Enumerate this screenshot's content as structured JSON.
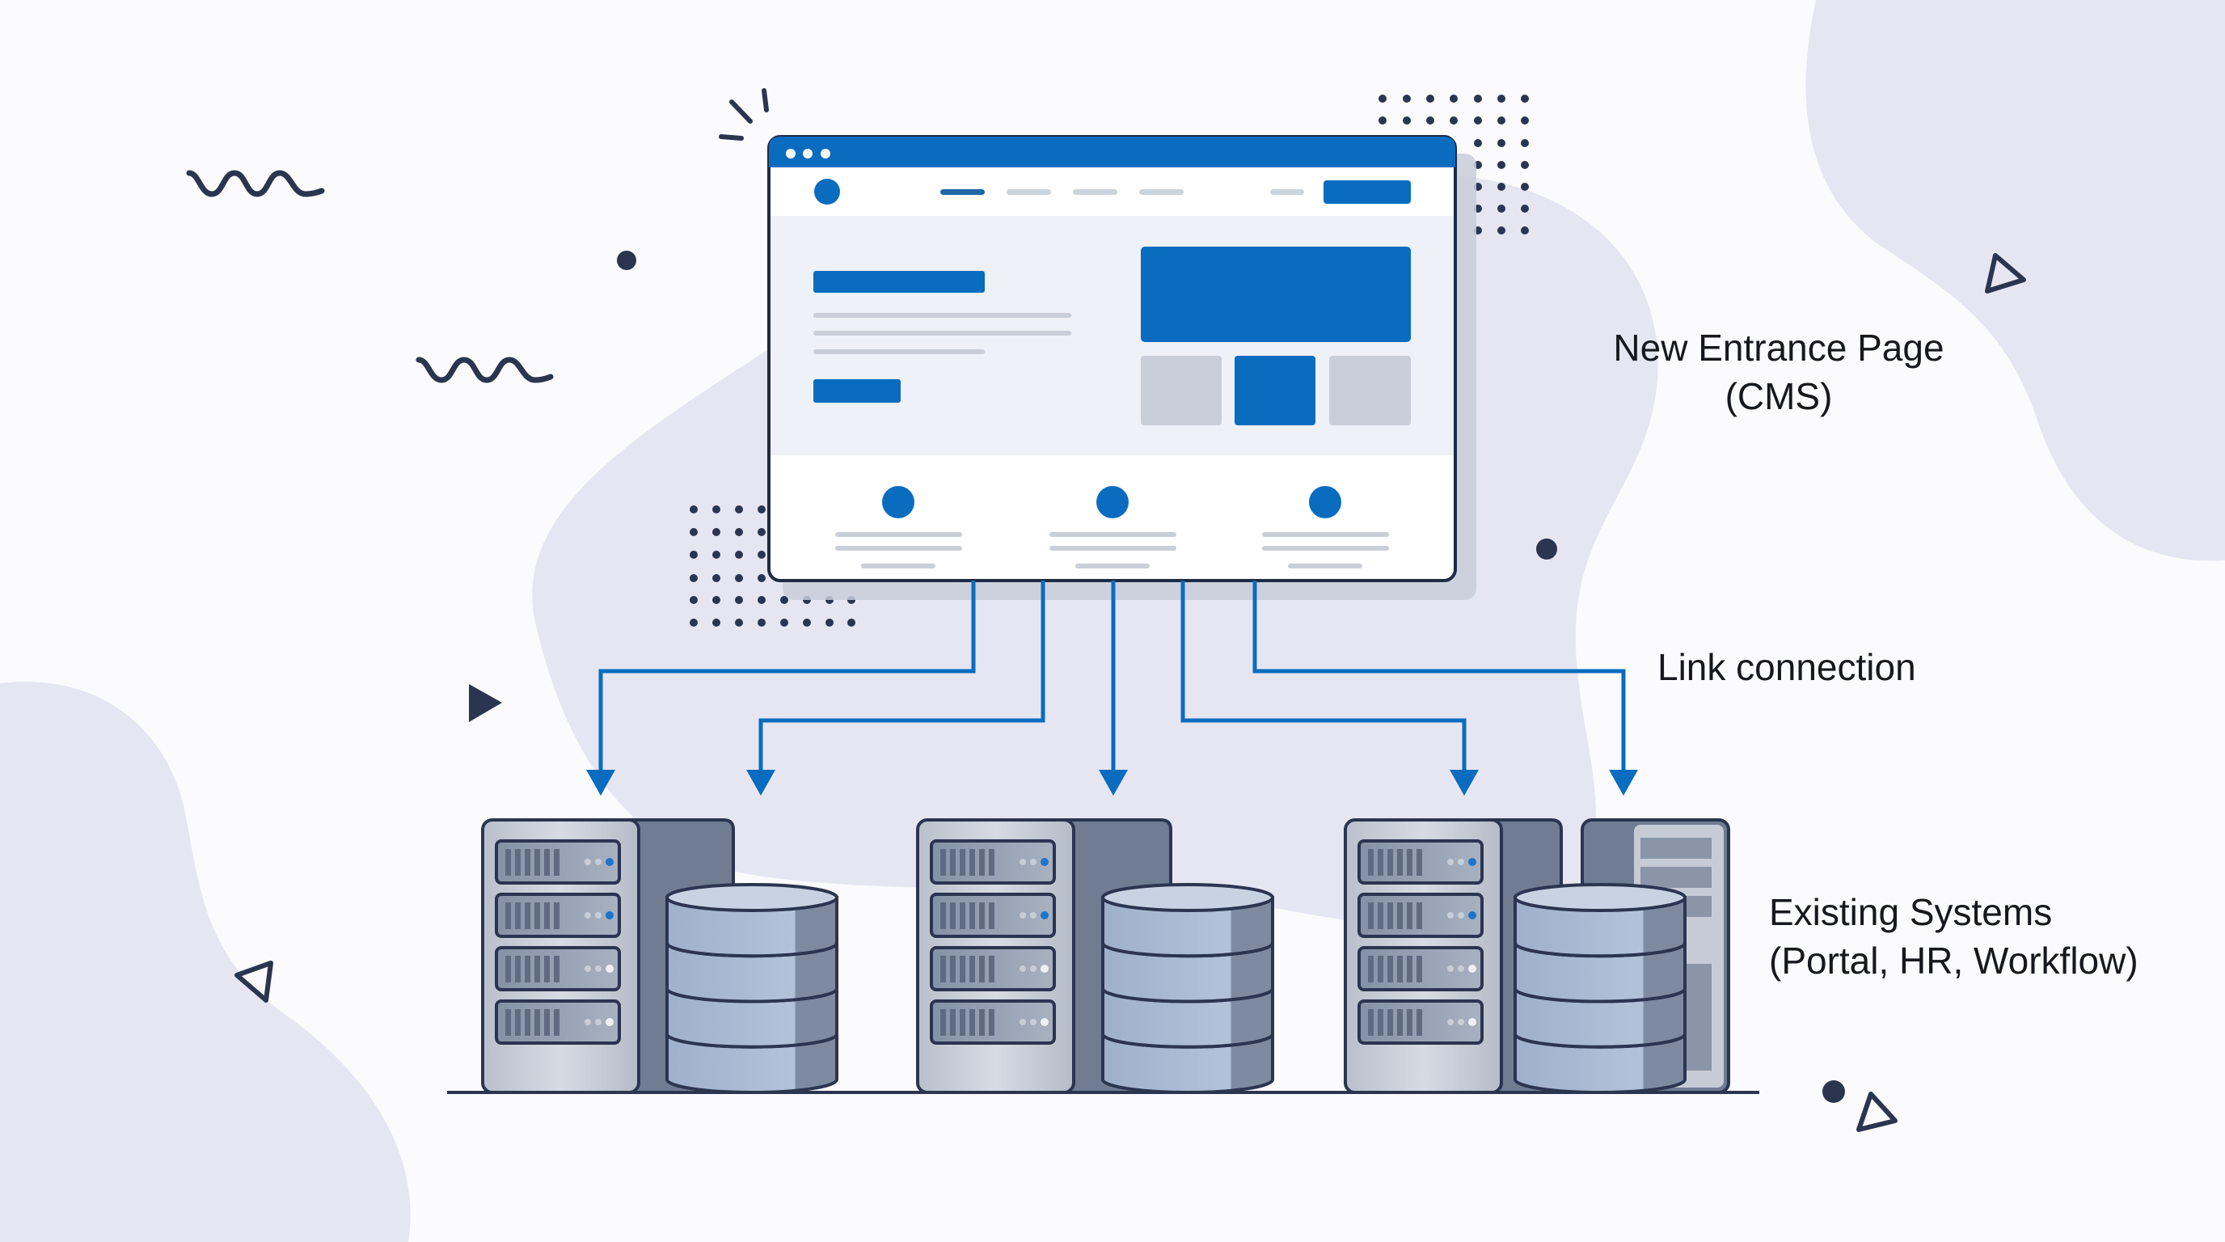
{
  "diagram": {
    "title": "New entrance page linking to existing systems",
    "labels": {
      "cms": [
        "New Entrance Page",
        "(CMS)"
      ],
      "link": "Link connection",
      "existing": [
        "Existing Systems",
        "(Portal, HR, Workflow)"
      ]
    },
    "nodes": [
      {
        "id": "entrance-page",
        "kind": "browser-window",
        "label": "New Entrance Page (CMS)"
      },
      {
        "id": "server-group-1",
        "kind": "server-with-database"
      },
      {
        "id": "server-group-2",
        "kind": "server-with-database"
      },
      {
        "id": "server-group-3",
        "kind": "server-with-database-and-tower"
      }
    ],
    "connections": [
      {
        "from": "entrance-page",
        "to": "server-group-1",
        "arrows": 2
      },
      {
        "from": "entrance-page",
        "to": "server-group-2",
        "arrows": 1
      },
      {
        "from": "entrance-page",
        "to": "server-group-3",
        "arrows": 2
      }
    ],
    "browser_window": {
      "title_dots": 3,
      "nav_items": 4,
      "feature_columns": 3,
      "thumbnails": 3
    },
    "colors": {
      "accent_blue": "#0a6cbf",
      "lavender": "#e6e6f2",
      "ink": "#2b3550",
      "server_light": "#c4cad4",
      "server_dark": "#6f7c92",
      "disk": "#a9b7cf",
      "placeholder_gray": "#c9ced8"
    },
    "icons": [
      "browser-window-icon",
      "server-rack-icon",
      "database-icon",
      "tower-server-icon",
      "arrow-down-icon"
    ]
  }
}
